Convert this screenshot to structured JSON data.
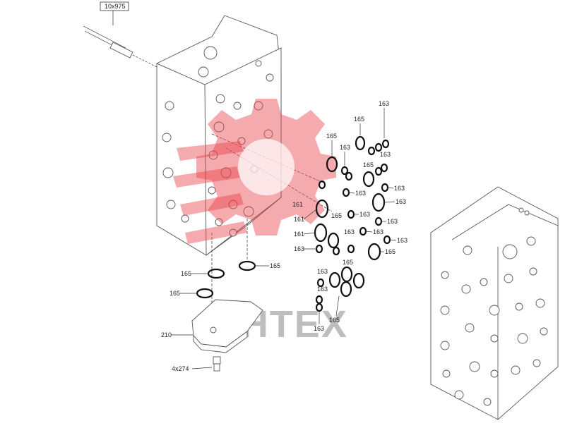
{
  "watermark": {
    "text": "ИНТЕХ",
    "gear_color": "#e8434a"
  },
  "labels": {
    "bolt_top": "10x975",
    "l163": "163",
    "l165": "165",
    "l161": "161",
    "plate": "210",
    "screws": "4x274"
  }
}
